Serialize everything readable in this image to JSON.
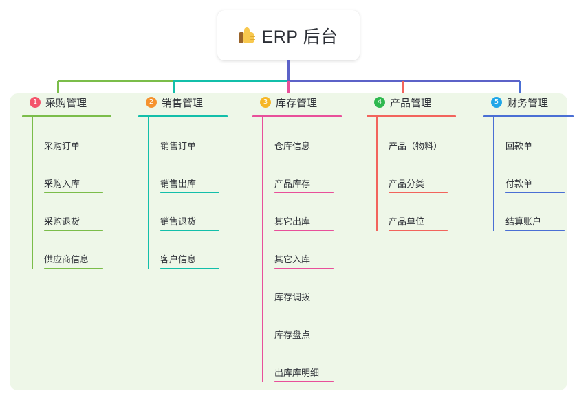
{
  "title_card": {
    "icon": "thumbs-up-emoji",
    "text": "ERP 后台"
  },
  "colors": {
    "board_background": "#eef7e8",
    "page_background": "#ffffff",
    "stem": "#5c62c8",
    "bus_right": "#5c62c8"
  },
  "columns": [
    {
      "badge": "1",
      "badge_color": "#f4556b",
      "line_color": "#7bbd4a",
      "title": "采购管理",
      "items": [
        {
          "label": "采购订单"
        },
        {
          "label": "采购入库"
        },
        {
          "label": "采购退货"
        },
        {
          "label": "供应商信息"
        }
      ]
    },
    {
      "badge": "2",
      "badge_color": "#f5922e",
      "line_color": "#13bfaa",
      "title": "销售管理",
      "items": [
        {
          "label": "销售订单"
        },
        {
          "label": "销售出库"
        },
        {
          "label": "销售退货"
        },
        {
          "label": "客户信息"
        }
      ]
    },
    {
      "badge": "3",
      "badge_color": "#f6b625",
      "line_color": "#e8509a",
      "title": "库存管理",
      "items": [
        {
          "label": "仓库信息"
        },
        {
          "label": "产品库存"
        },
        {
          "label": "其它出库"
        },
        {
          "label": "其它入库"
        },
        {
          "label": "库存调拨"
        },
        {
          "label": "库存盘点"
        },
        {
          "label": "出库库明细"
        }
      ]
    },
    {
      "badge": "4",
      "badge_color": "#2eb84f",
      "line_color": "#f2645c",
      "title": "产品管理",
      "items": [
        {
          "label": "产品（物料）"
        },
        {
          "label": "产品分类"
        },
        {
          "label": "产品单位"
        }
      ]
    },
    {
      "badge": "5",
      "badge_color": "#20a6e8",
      "line_color": "#4a6fd4",
      "title": "财务管理",
      "items": [
        {
          "label": "回款单"
        },
        {
          "label": "付款单"
        },
        {
          "label": "结算账户"
        }
      ]
    }
  ]
}
